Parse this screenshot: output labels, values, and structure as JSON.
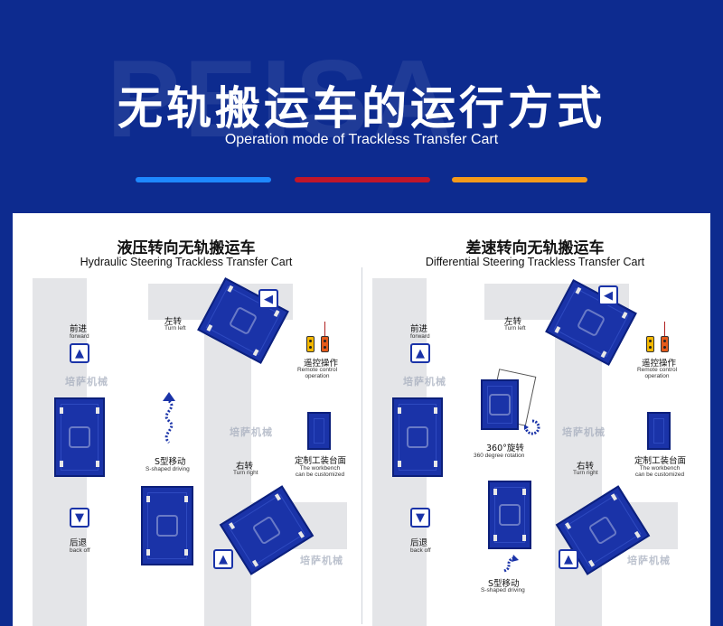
{
  "header": {
    "watermark": "PEISA",
    "title": "无轨搬运车的运行方式",
    "subtitle": "Operation mode of Trackless Transfer Cart",
    "accent_colors": [
      "#1e88ff",
      "#c0162a",
      "#f49a1b"
    ]
  },
  "left": {
    "title_cn": "液压转向无轨搬运车",
    "title_en": "Hydraulic Steering Trackless Transfer Cart",
    "forward_cn": "前进",
    "forward_en": "forward",
    "back_cn": "后退",
    "back_en": "back off",
    "turn_left_cn": "左转",
    "turn_left_en": "Turn left",
    "turn_right_cn": "右转",
    "turn_right_en": "Turn right",
    "s_shape_cn": "S型移动",
    "s_shape_en": "S-shaped driving",
    "remote_cn": "遥控操作",
    "remote_en": "Remote control operation",
    "workbench_cn": "定制工装台面",
    "workbench_en": "The workbench can be customized",
    "logo": "培萨机械"
  },
  "right": {
    "title_cn": "差速转向无轨搬运车",
    "title_en": "Differential Steering Trackless Transfer Cart",
    "forward_cn": "前进",
    "forward_en": "forward",
    "back_cn": "后退",
    "back_en": "back off",
    "turn_left_cn": "左转",
    "turn_left_en": "Turn left",
    "turn_right_cn": "右转",
    "turn_right_en": "Turn right",
    "rotate_cn": "360°旋转",
    "rotate_en": "360 degree rotation",
    "s_shape_cn": "S型移动",
    "s_shape_en": "S-shaped driving",
    "remote_cn": "遥控操作",
    "remote_en": "Remote control operation",
    "workbench_cn": "定制工装台面",
    "workbench_en": "The workbench can be customized",
    "logo": "培萨机械"
  },
  "icons": {
    "arrow_up": "arrow-up-icon",
    "arrow_down": "arrow-down-icon",
    "arrow_left": "arrow-left-icon",
    "s_path": "s-path-icon",
    "rotation": "rotation-icon",
    "remote": "remote-control-icon"
  },
  "colors": {
    "background": "#0d2b8f",
    "cart": "#1a33a8",
    "road": "#e4e5e8"
  }
}
